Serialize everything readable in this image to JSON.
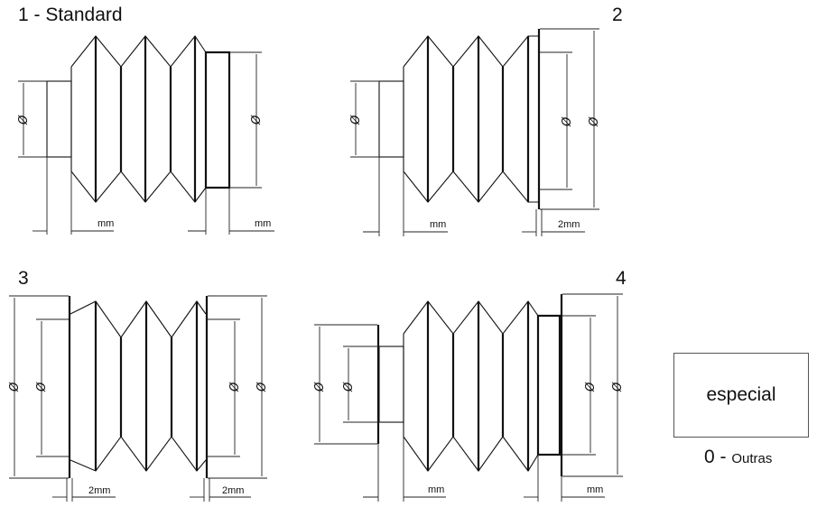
{
  "variants": [
    {
      "label": "1 - Standard",
      "left_dim": "mm",
      "right_dim": "mm",
      "diameter_symbol": "Ø"
    },
    {
      "label": "2",
      "left_dim": "mm",
      "right_dim": "2mm",
      "diameter_symbol": "Ø"
    },
    {
      "label": "3",
      "left_dim": "2mm",
      "right_dim": "2mm",
      "diameter_symbol": "Ø"
    },
    {
      "label": "4",
      "left_dim": "mm",
      "right_dim": "mm",
      "diameter_symbol": "Ø"
    }
  ],
  "special_box": {
    "label": "especial"
  },
  "other": {
    "number": "0 - ",
    "text": "Outras"
  },
  "colors": {
    "line": "#111111",
    "background": "#ffffff",
    "box_border": "#555555"
  }
}
